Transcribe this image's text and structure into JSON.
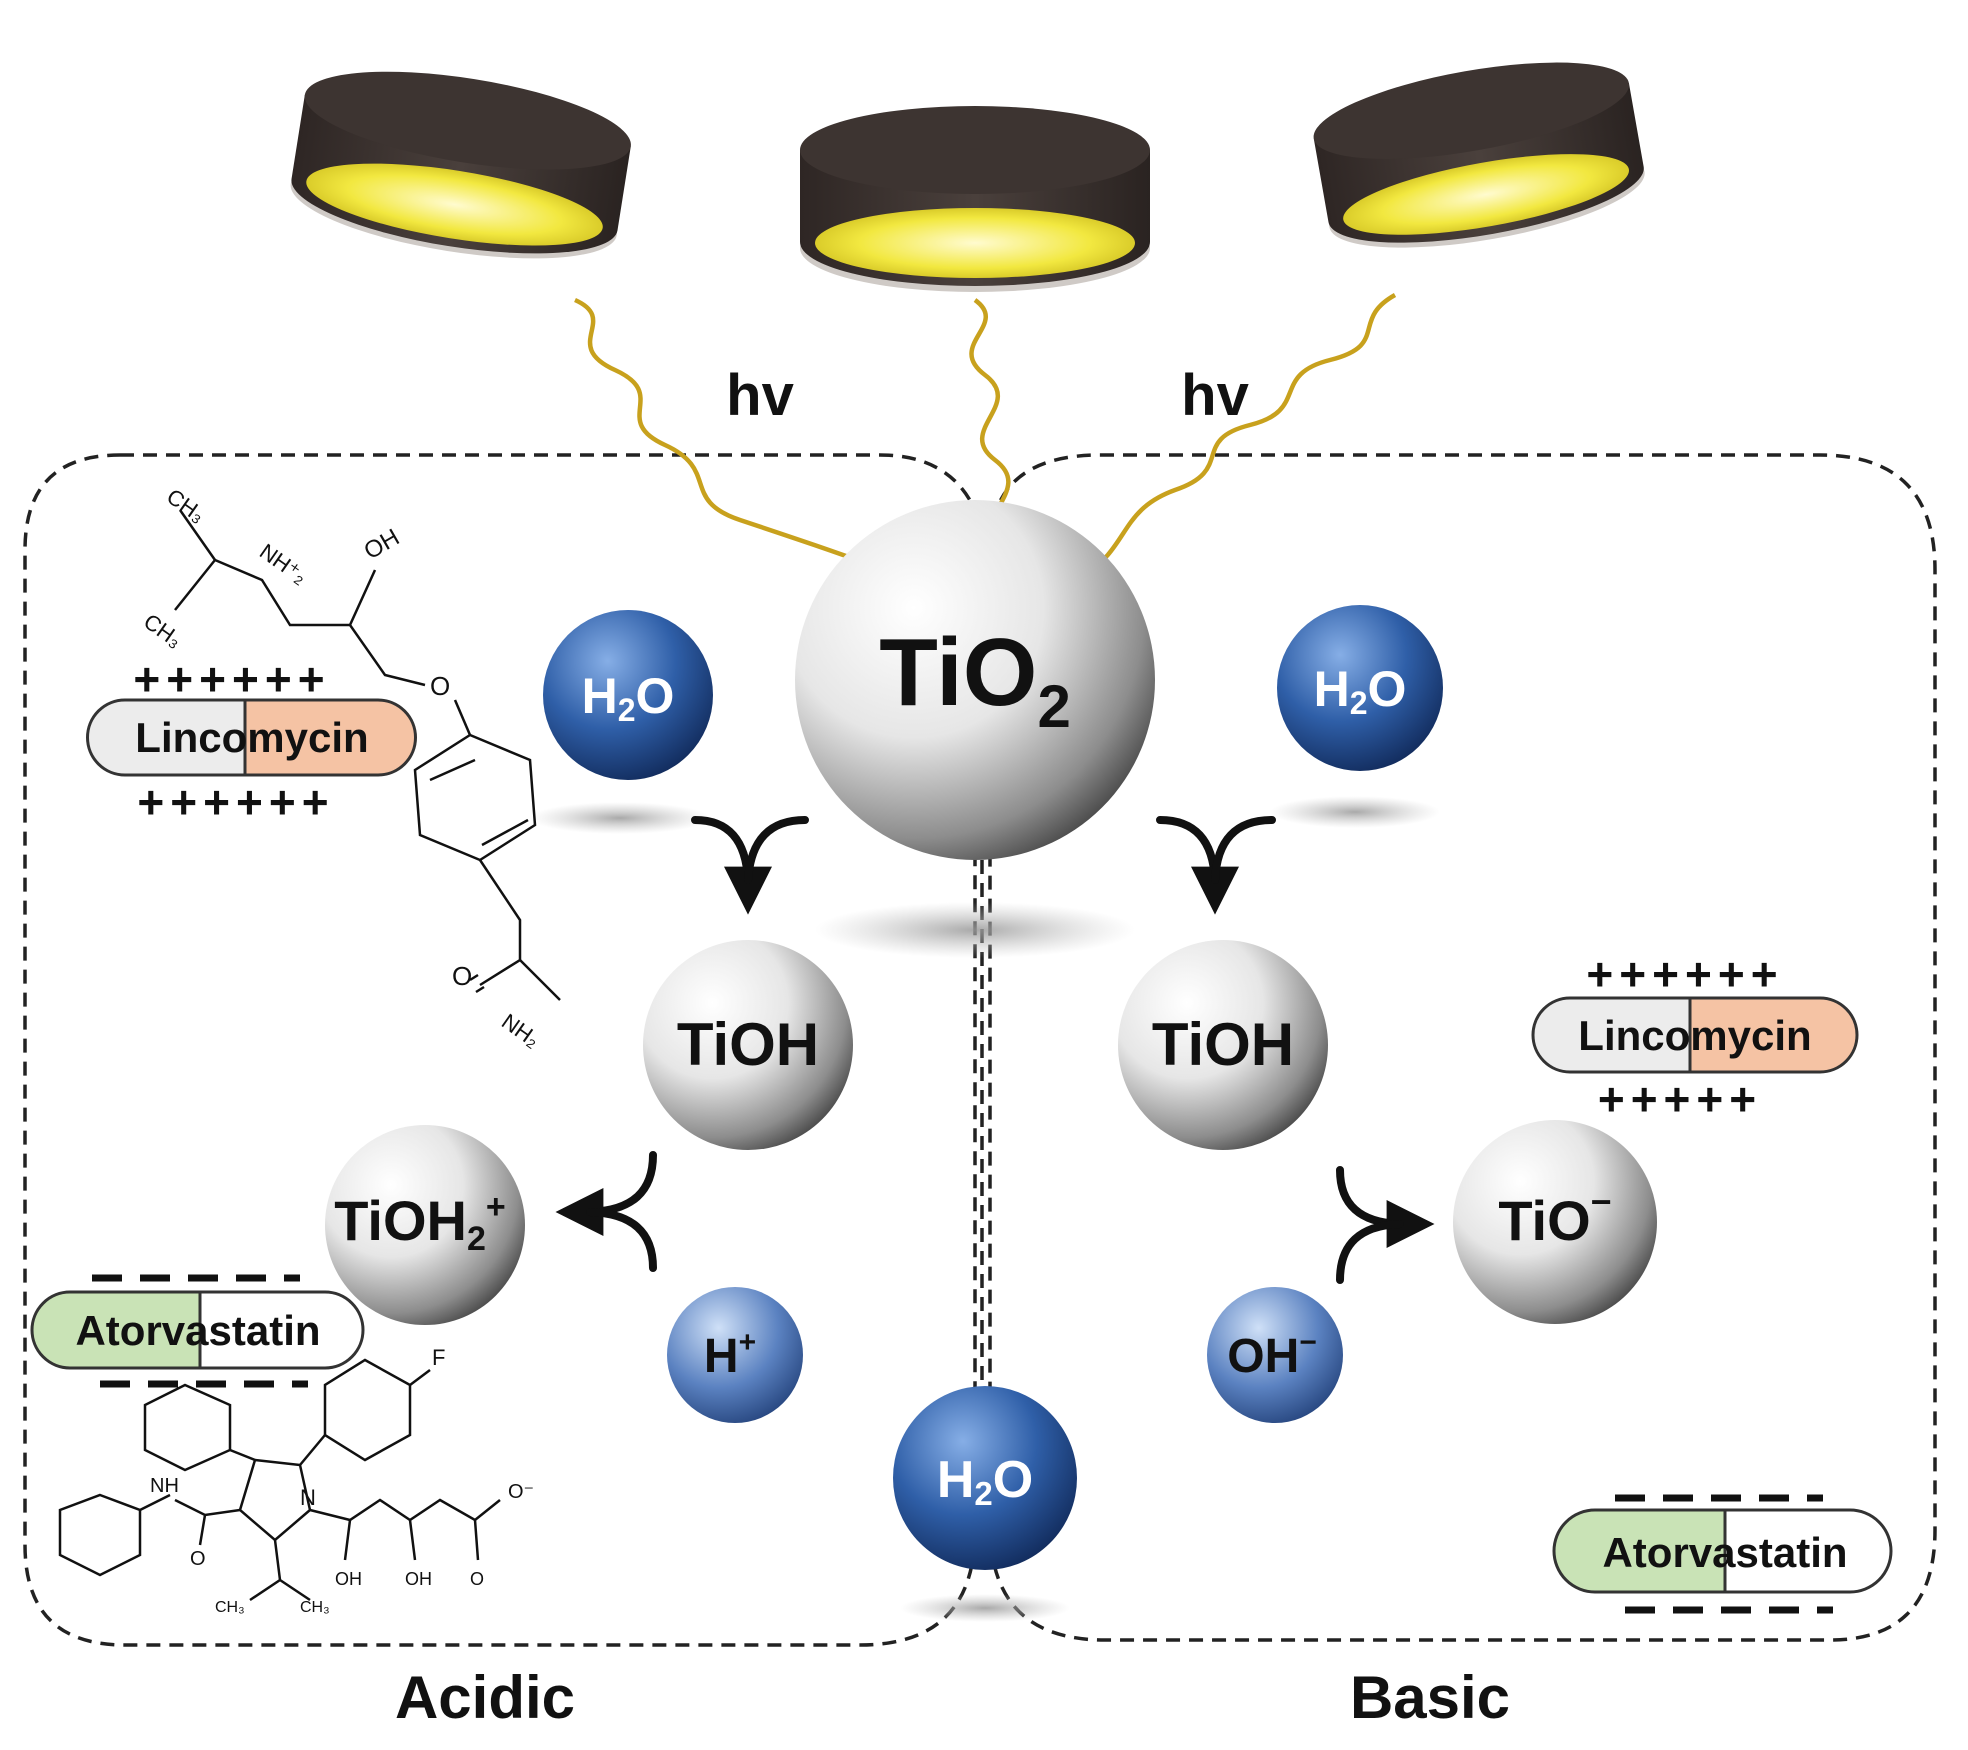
{
  "light_label": "hv",
  "center_sphere": {
    "base": "TiO",
    "sub": "2"
  },
  "water": {
    "base": "H",
    "sub": "2",
    "tail": "O"
  },
  "tioh": "TiOH",
  "acidic": {
    "label": "Acidic",
    "product_base": "TiOH",
    "product_sub": "2",
    "product_sup": "+",
    "ion_base": "H",
    "ion_sup": "+"
  },
  "basic": {
    "label": "Basic",
    "product_base": "TiO",
    "product_sup": "−",
    "ion_base": "OH",
    "ion_sup": "−"
  },
  "drugs": {
    "lincomycin": "Lincomycin",
    "atorvastatin": "Atorvastatin",
    "positive_charges": "++++++",
    "positive_charges_short": "+++++"
  },
  "molecule_labels": {
    "ch3": "CH₃",
    "nh2plus": "NH⁺₂",
    "oh": "OH",
    "o": "O",
    "nh2": "NH₂",
    "f": "F",
    "nh": "NH",
    "n": "N",
    "ominus": "O⁻"
  },
  "colors": {
    "light_ray": "#c8a11d",
    "lincomycin_accent": "#f5c3a4",
    "atorvastatin_accent": "#c9e3b6",
    "water_blue": "#2f5fa8",
    "ion_blue": "#5b82c1",
    "lamp_shell": "#3d3431",
    "lamp_glow": "#f2e840"
  }
}
